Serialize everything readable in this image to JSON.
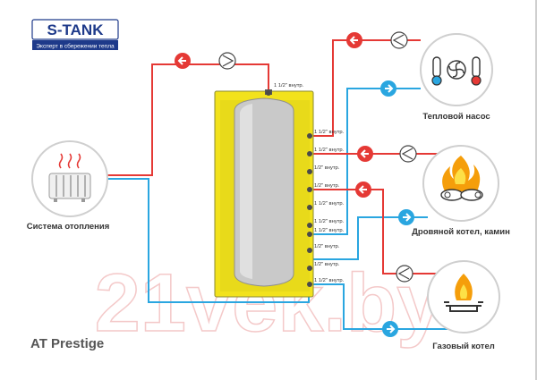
{
  "brand": {
    "name": "S-TANK",
    "tagline": "Эксперт в сбережении тепла",
    "color": "#1e3a8a",
    "accent": "#e53935"
  },
  "product": {
    "name": "AT Prestige"
  },
  "watermark": "21vek.by",
  "colors": {
    "hot": "#e53935",
    "cold": "#2aa6e0",
    "tank_jacket": "#f2e21c",
    "tank_body": "#c9c9c9"
  },
  "sources": [
    {
      "label": "Тепловой насос",
      "icon": "heat-pump-icon"
    },
    {
      "label": "Дровяной котел, камин",
      "icon": "fire-icon"
    },
    {
      "label": "Газовый котел",
      "icon": "gas-flame-icon"
    }
  ],
  "consumer": {
    "label": "Система отопления",
    "icon": "radiator-icon"
  },
  "ports": [
    "1 1/2\" внутр.",
    "1 1/2\" внутр.",
    "1 1/2\" внутр.",
    "1/2\" внутр.",
    "1/2\" внутр.",
    "1 1/2\" внутр.",
    "1 1/2\" внутр.",
    "1 1/2\" внутр.",
    "1/2\" внутр.",
    "1/2\" внутр.",
    "1 1/2\" внутр."
  ]
}
